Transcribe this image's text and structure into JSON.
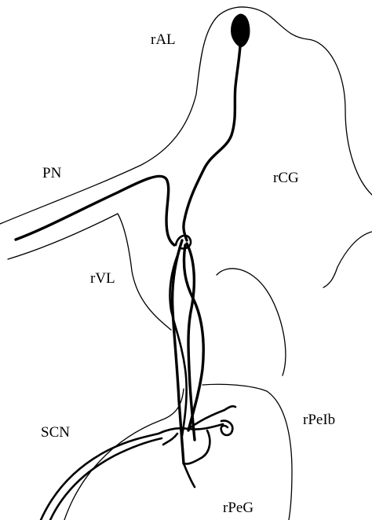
{
  "labels": {
    "ral": "rAL",
    "pn": "PN",
    "rcg": "rCG",
    "rvl": "rVL",
    "scn": "SCN",
    "rpeib": "rPeIb",
    "rpeg": "rPeG"
  },
  "colors": {
    "ink": "#000000",
    "background": "#ffffff"
  }
}
